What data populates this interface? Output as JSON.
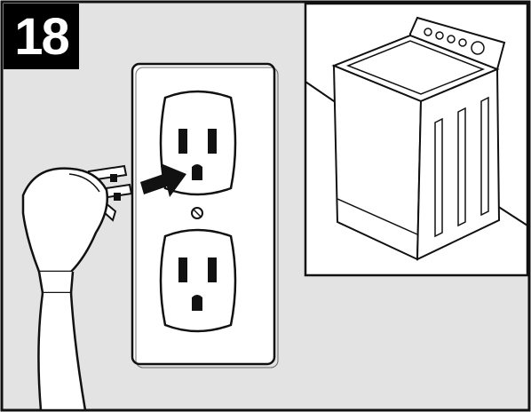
{
  "step": {
    "number": "18"
  },
  "colors": {
    "background": "#e3e3e3",
    "line": "#111111",
    "badge": "#000000",
    "badge_text": "#ffffff",
    "inset": "#ffffff"
  },
  "figure": {
    "outlet": "duplex-wall-outlet",
    "plug": "three-prong-plug",
    "arrow": "insert-arrow",
    "appliance": "top-load-washer"
  }
}
